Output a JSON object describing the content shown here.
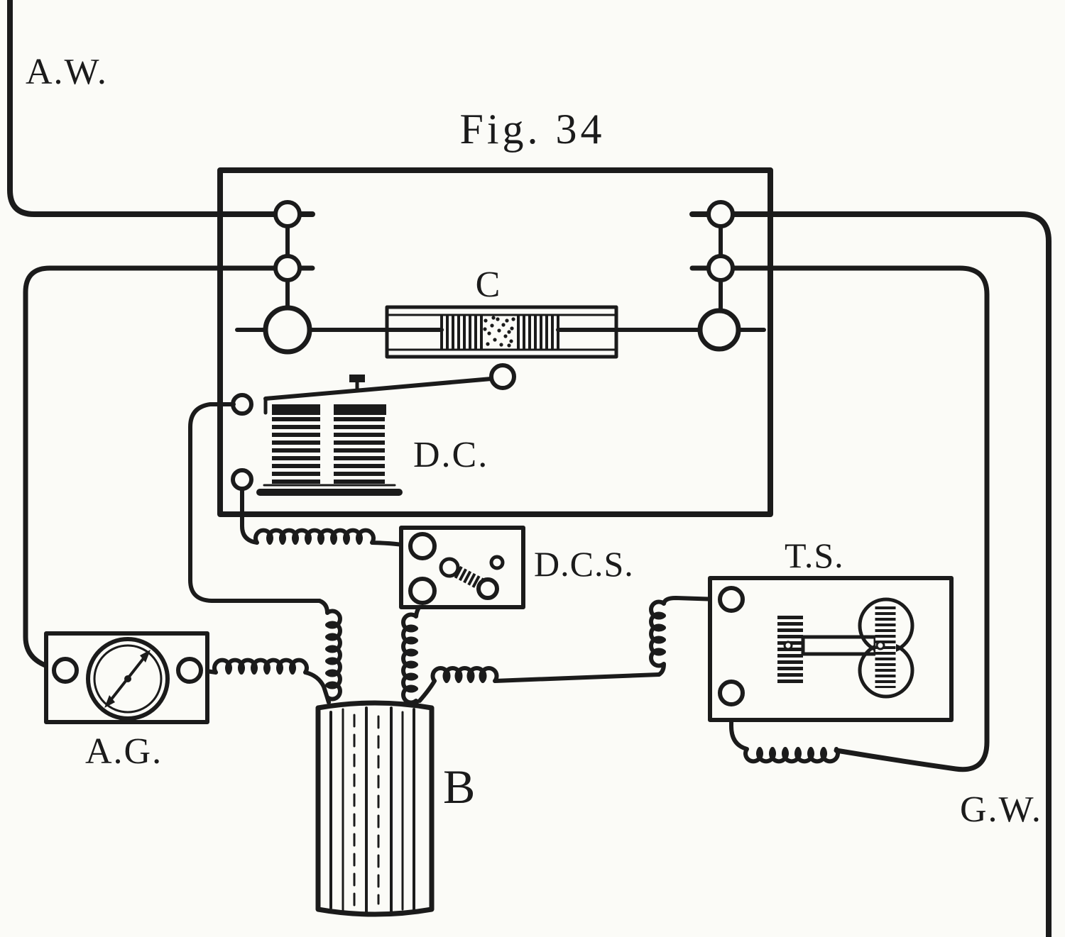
{
  "figure": {
    "title": "Fig. 34"
  },
  "labels": {
    "aerial_wire": "A.W.",
    "ground_wire": "G.W.",
    "coherer": "C",
    "decoherer": "D.C.",
    "decoherer_switch": "D.C.S.",
    "tapping_sounder": "T.S.",
    "aerial_gauge": "A.G.",
    "battery": "B"
  },
  "colors": {
    "ink": "#1b1b1b",
    "paper": "#fbfbf7"
  }
}
